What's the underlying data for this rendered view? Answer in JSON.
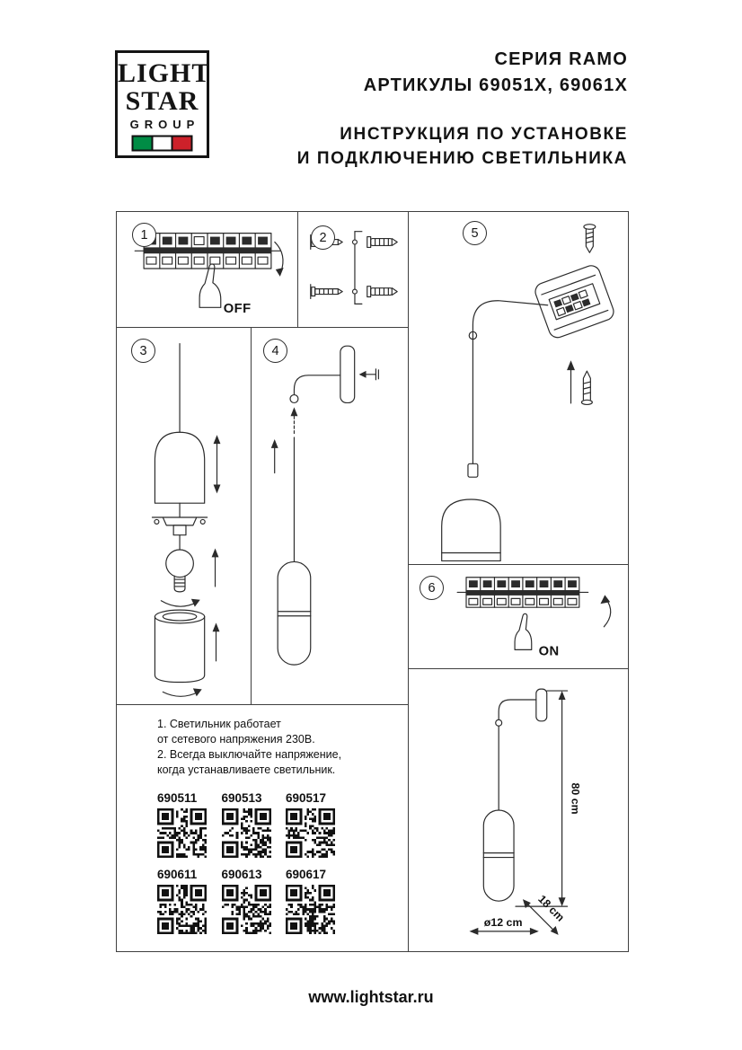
{
  "header": {
    "logo": {
      "line1": "LIGHT",
      "line2": "STAR",
      "line3": "GROUP"
    },
    "series": "СЕРИЯ RAMO",
    "articles": "АРТИКУЛЫ 69051X, 69061X",
    "instruction1": "ИНСТРУКЦИЯ ПО УСТАНОВКЕ",
    "instruction2": "И ПОДКЛЮЧЕНИЮ СВЕТИЛЬНИКА"
  },
  "steps": {
    "s1": {
      "num": "1",
      "label": "OFF"
    },
    "s2": {
      "num": "2"
    },
    "s3": {
      "num": "3"
    },
    "s4": {
      "num": "4"
    },
    "s5": {
      "num": "5"
    },
    "s6": {
      "num": "6",
      "label": "ON"
    }
  },
  "notes": {
    "line1": "1. Светильник работает",
    "line2": "от сетевого напряжения 230В.",
    "line3": "2. Всегда выключайте напряжение,",
    "line4": "когда устанавливаете светильник."
  },
  "qr": {
    "row1": [
      "690511",
      "690513",
      "690517"
    ],
    "row2": [
      "690611",
      "690613",
      "690617"
    ]
  },
  "dims": {
    "height": "80 cm",
    "depth": "18 cm",
    "diameter": "ø12 cm"
  },
  "footer": "www.lightstar.ru",
  "colors": {
    "flag_green": "#008C45",
    "flag_red": "#CD212A",
    "ink": "#161616"
  }
}
